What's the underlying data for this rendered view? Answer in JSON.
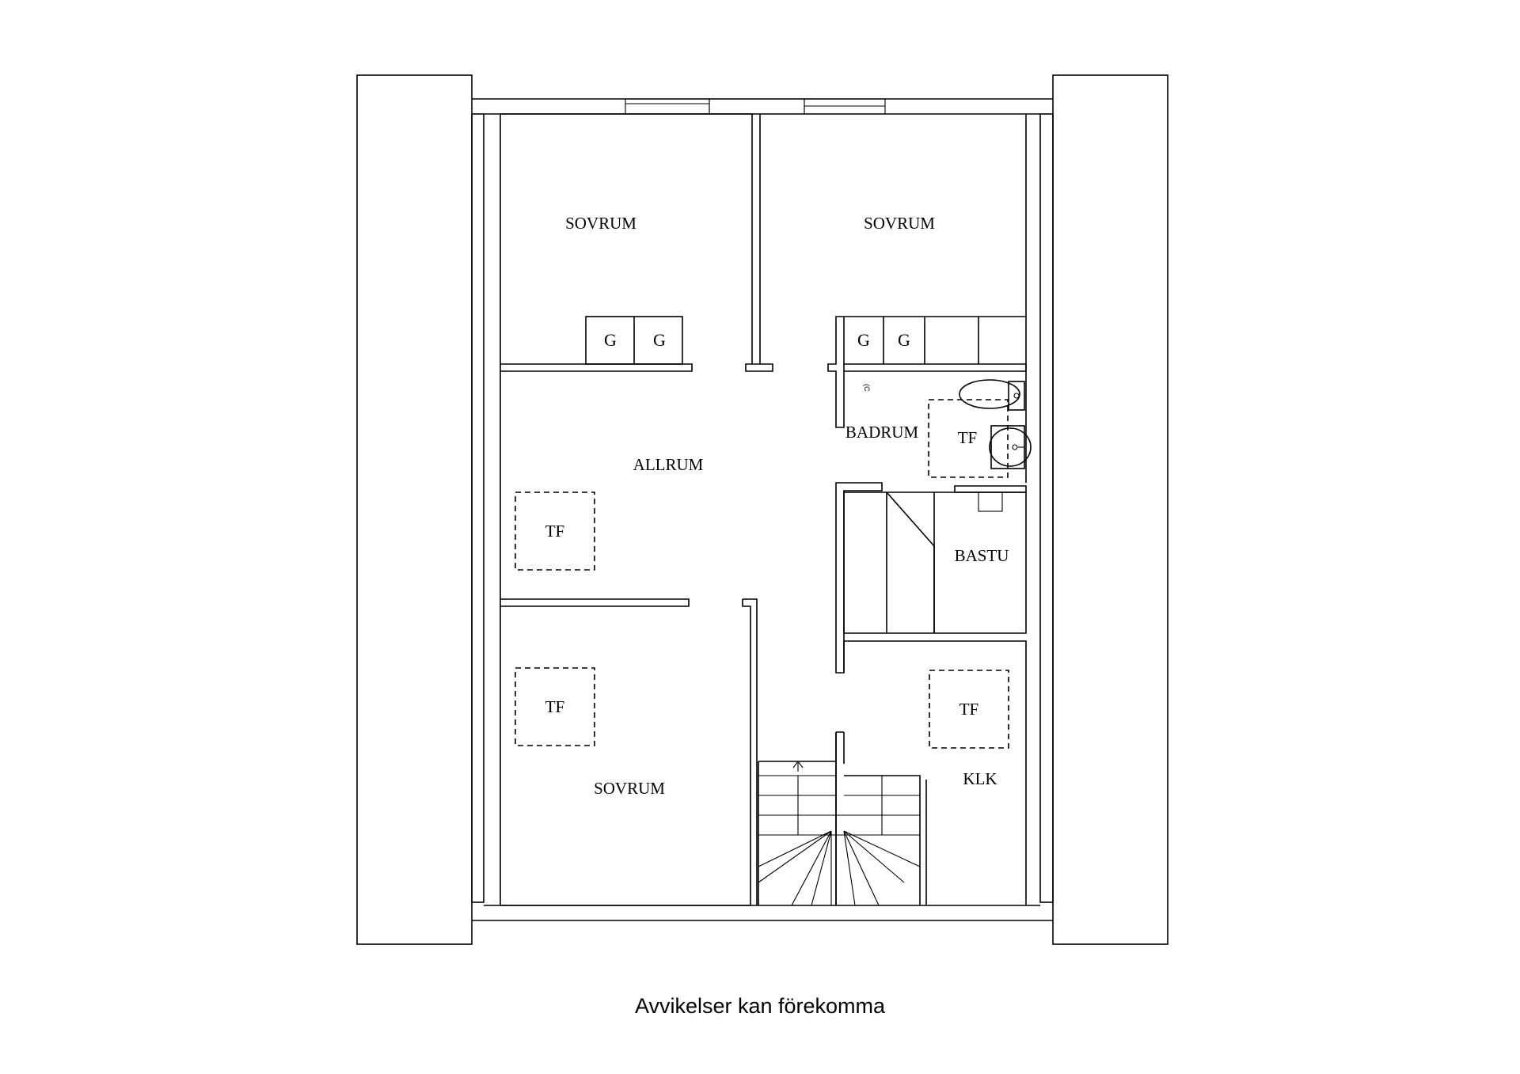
{
  "floor_plan": {
    "rooms": {
      "sovrum_top_left": "SOVRUM",
      "sovrum_top_right": "SOVRUM",
      "allrum": "ALLRUM",
      "badrum": "BADRUM",
      "bastu": "BASTU",
      "sovrum_bottom": "SOVRUM",
      "klk": "KLK"
    },
    "wardrobe_label": "G",
    "tf_label": "TF"
  },
  "disclaimer": "Avvikelser kan förekomma"
}
